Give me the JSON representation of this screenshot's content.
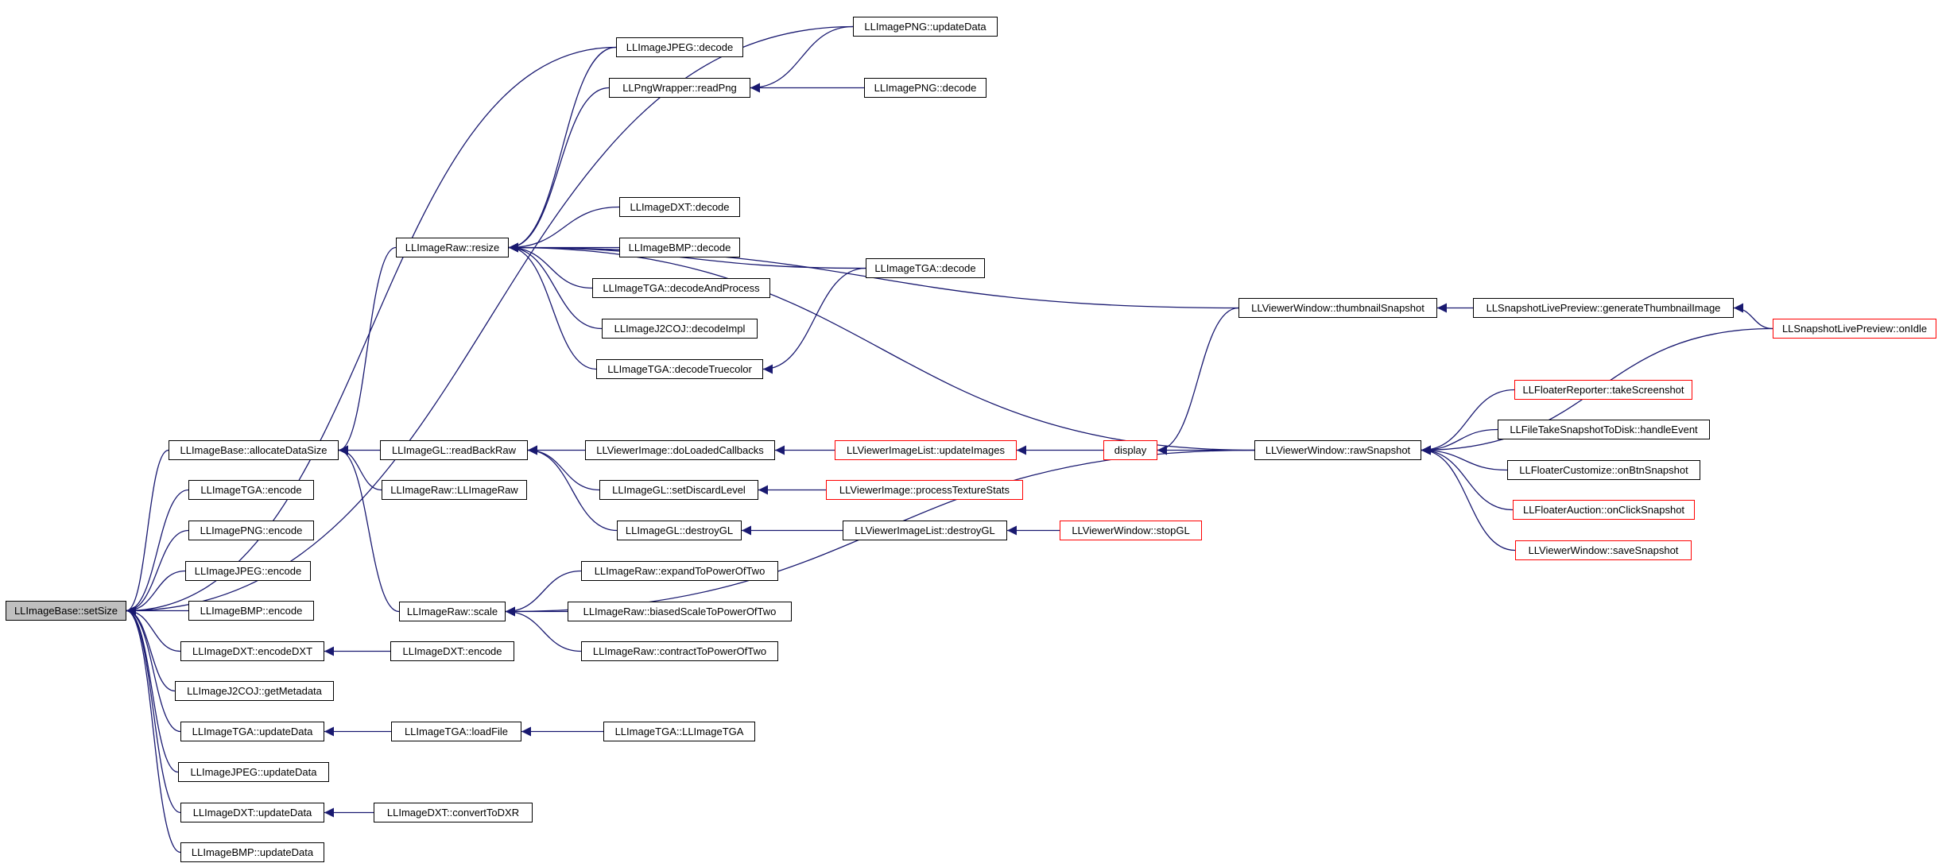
{
  "colors": {
    "edge": "#191970",
    "node_border": "#000000",
    "truncated_border": "#ff0000",
    "root_fill": "#bfbfbf"
  },
  "nodes": {
    "root": "LLImageBase::setSize",
    "allocate": "LLImageBase::allocateDataSize",
    "tga_encode": "LLImageTGA::encode",
    "png_encode": "LLImagePNG::encode",
    "jpeg_encode": "LLImageJPEG::encode",
    "bmp_encode": "LLImageBMP::encode",
    "dxt_encodedxt": "LLImageDXT::encodeDXT",
    "j2c_meta": "LLImageJ2COJ::getMetadata",
    "tga_update": "LLImageTGA::updateData",
    "jpeg_update": "LLImageJPEG::updateData",
    "dxt_update": "LLImageDXT::updateData",
    "bmp_update": "LLImageBMP::updateData",
    "raw_resize": "LLImageRaw::resize",
    "gl_readback": "LLImageGL::readBackRaw",
    "raw_ctor": "LLImageRaw::LLImageRaw",
    "raw_scale": "LLImageRaw::scale",
    "dxt_encode": "LLImageDXT::encode",
    "tga_loadfile": "LLImageTGA::loadFile",
    "dxt_convert": "LLImageDXT::convertToDXR",
    "jpeg_decode": "LLImageJPEG::decode",
    "png_readpng": "LLPngWrapper::readPng",
    "dxt_decode": "LLImageDXT::decode",
    "bmp_decode": "LLImageBMP::decode",
    "tga_decodeproc": "LLImageTGA::decodeAndProcess",
    "j2c_decodeimpl": "LLImageJ2COJ::decodeImpl",
    "tga_decodetrue": "LLImageTGA::decodeTruecolor",
    "vi_doloaded": "LLViewerImage::doLoadedCallbacks",
    "gl_setdiscard": "LLImageGL::setDiscardLevel",
    "gl_destroy": "LLImageGL::destroyGL",
    "raw_expand": "LLImageRaw::expandToPowerOfTwo",
    "raw_biased": "LLImageRaw::biasedScaleToPowerOfTwo",
    "raw_contract": "LLImageRaw::contractToPowerOfTwo",
    "tga_ctor": "LLImageTGA::LLImageTGA",
    "png_update": "LLImagePNG::updateData",
    "png_decode": "LLImagePNG::decode",
    "tga_decode": "LLImageTGA::decode",
    "vil_update": "LLViewerImageList::updateImages",
    "vi_process": "LLViewerImage::processTextureStats",
    "vil_destroy": "LLViewerImageList::destroyGL",
    "display": "display",
    "vw_stopgl": "LLViewerWindow::stopGL",
    "vw_thumb": "LLViewerWindow::thumbnailSnapshot",
    "vw_raw": "LLViewerWindow::rawSnapshot",
    "slp_gen": "LLSnapshotLivePreview::generateThumbnailImage",
    "slp_idle": "LLSnapshotLivePreview::onIdle",
    "fr_take": "LLFloaterReporter::takeScreenshot",
    "ftsd_handle": "LLFileTakeSnapshotToDisk::handleEvent",
    "fc_onbtn": "LLFloaterCustomize::onBtnSnapshot",
    "fa_onclick": "LLFloaterAuction::onClickSnapshot",
    "vw_save": "LLViewerWindow::saveSnapshot"
  },
  "truncated": [
    "vil_update",
    "vi_process",
    "display",
    "vw_stopgl",
    "slp_idle",
    "fr_take",
    "fa_onclick",
    "vw_save"
  ],
  "edges": [
    [
      "allocate",
      "root"
    ],
    [
      "tga_encode",
      "root"
    ],
    [
      "png_encode",
      "root"
    ],
    [
      "jpeg_encode",
      "root"
    ],
    [
      "bmp_encode",
      "root"
    ],
    [
      "dxt_encodedxt",
      "root"
    ],
    [
      "j2c_meta",
      "root"
    ],
    [
      "tga_update",
      "root"
    ],
    [
      "jpeg_update",
      "root"
    ],
    [
      "dxt_update",
      "root"
    ],
    [
      "bmp_update",
      "root"
    ],
    [
      "jpeg_decode",
      "root"
    ],
    [
      "png_update",
      "root"
    ],
    [
      "raw_resize",
      "allocate"
    ],
    [
      "gl_readback",
      "allocate"
    ],
    [
      "raw_ctor",
      "allocate"
    ],
    [
      "raw_scale",
      "allocate"
    ],
    [
      "dxt_encode",
      "dxt_encodedxt"
    ],
    [
      "tga_loadfile",
      "tga_update"
    ],
    [
      "dxt_convert",
      "dxt_update"
    ],
    [
      "jpeg_decode",
      "raw_resize"
    ],
    [
      "png_readpng",
      "raw_resize"
    ],
    [
      "dxt_decode",
      "raw_resize"
    ],
    [
      "bmp_decode",
      "raw_resize"
    ],
    [
      "tga_decodeproc",
      "raw_resize"
    ],
    [
      "j2c_decodeimpl",
      "raw_resize"
    ],
    [
      "tga_decodetrue",
      "raw_resize"
    ],
    [
      "vw_thumb",
      "raw_resize"
    ],
    [
      "tga_decode",
      "raw_resize"
    ],
    [
      "vw_raw",
      "raw_resize"
    ],
    [
      "vi_doloaded",
      "gl_readback"
    ],
    [
      "gl_setdiscard",
      "gl_readback"
    ],
    [
      "gl_destroy",
      "gl_readback"
    ],
    [
      "raw_expand",
      "raw_scale"
    ],
    [
      "raw_biased",
      "raw_scale"
    ],
    [
      "raw_contract",
      "raw_scale"
    ],
    [
      "vw_raw",
      "raw_scale"
    ],
    [
      "tga_ctor",
      "tga_loadfile"
    ],
    [
      "png_update",
      "png_readpng"
    ],
    [
      "png_decode",
      "png_readpng"
    ],
    [
      "tga_decode",
      "tga_decodetrue"
    ],
    [
      "vil_update",
      "vi_doloaded"
    ],
    [
      "vi_process",
      "gl_setdiscard"
    ],
    [
      "vil_destroy",
      "gl_destroy"
    ],
    [
      "display",
      "vil_update"
    ],
    [
      "vw_stopgl",
      "vil_destroy"
    ],
    [
      "vw_thumb",
      "display"
    ],
    [
      "vw_raw",
      "display"
    ],
    [
      "slp_gen",
      "vw_thumb"
    ],
    [
      "slp_idle",
      "slp_gen"
    ],
    [
      "slp_idle",
      "vw_raw"
    ],
    [
      "fr_take",
      "vw_raw"
    ],
    [
      "ftsd_handle",
      "vw_raw"
    ],
    [
      "fc_onbtn",
      "vw_raw"
    ],
    [
      "fa_onclick",
      "vw_raw"
    ],
    [
      "vw_save",
      "vw_raw"
    ]
  ]
}
